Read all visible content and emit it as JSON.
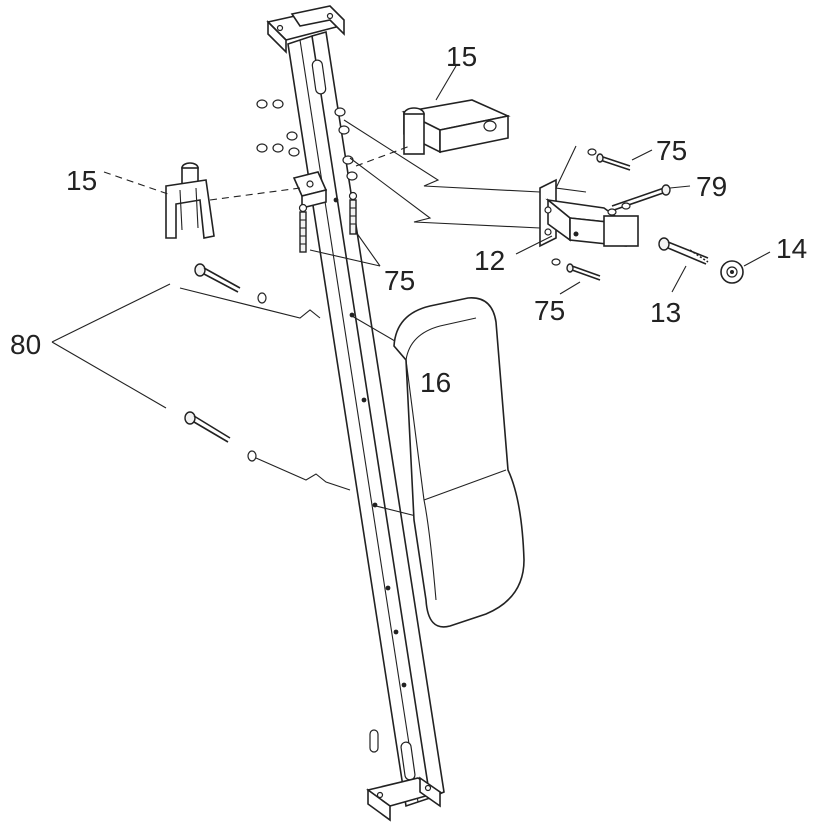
{
  "diagram": {
    "callouts": [
      {
        "id": "label-15-top",
        "text": "15"
      },
      {
        "id": "label-15-left",
        "text": "15"
      },
      {
        "id": "label-75-upper-right",
        "text": "75"
      },
      {
        "id": "label-79",
        "text": "79"
      },
      {
        "id": "label-14",
        "text": "14"
      },
      {
        "id": "label-12",
        "text": "12"
      },
      {
        "id": "label-13",
        "text": "13"
      },
      {
        "id": "label-75-lower-right",
        "text": "75"
      },
      {
        "id": "label-75-center",
        "text": "75"
      },
      {
        "id": "label-80",
        "text": "80"
      },
      {
        "id": "label-16",
        "text": "16"
      }
    ]
  }
}
